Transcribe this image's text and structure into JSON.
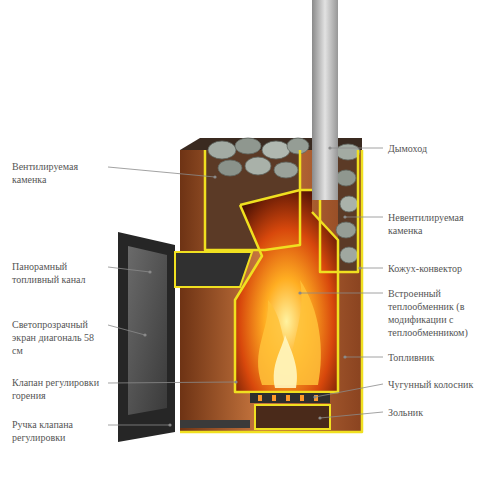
{
  "diagram": {
    "labels": [
      "Вентилируемая каменка",
      "Панорамный топливный канал",
      "Светопрозрачный экран диагональ 58 см",
      "Клапан регулировки горения",
      "Ручка клапана регулировки",
      "Дымоход",
      "Невентилируемая каменка",
      "Кожух-конвектор",
      "Встроенный теплообменник (в модификации с теплообменником)",
      "Топливник",
      "Чугунный колосник",
      "Зольник"
    ]
  }
}
